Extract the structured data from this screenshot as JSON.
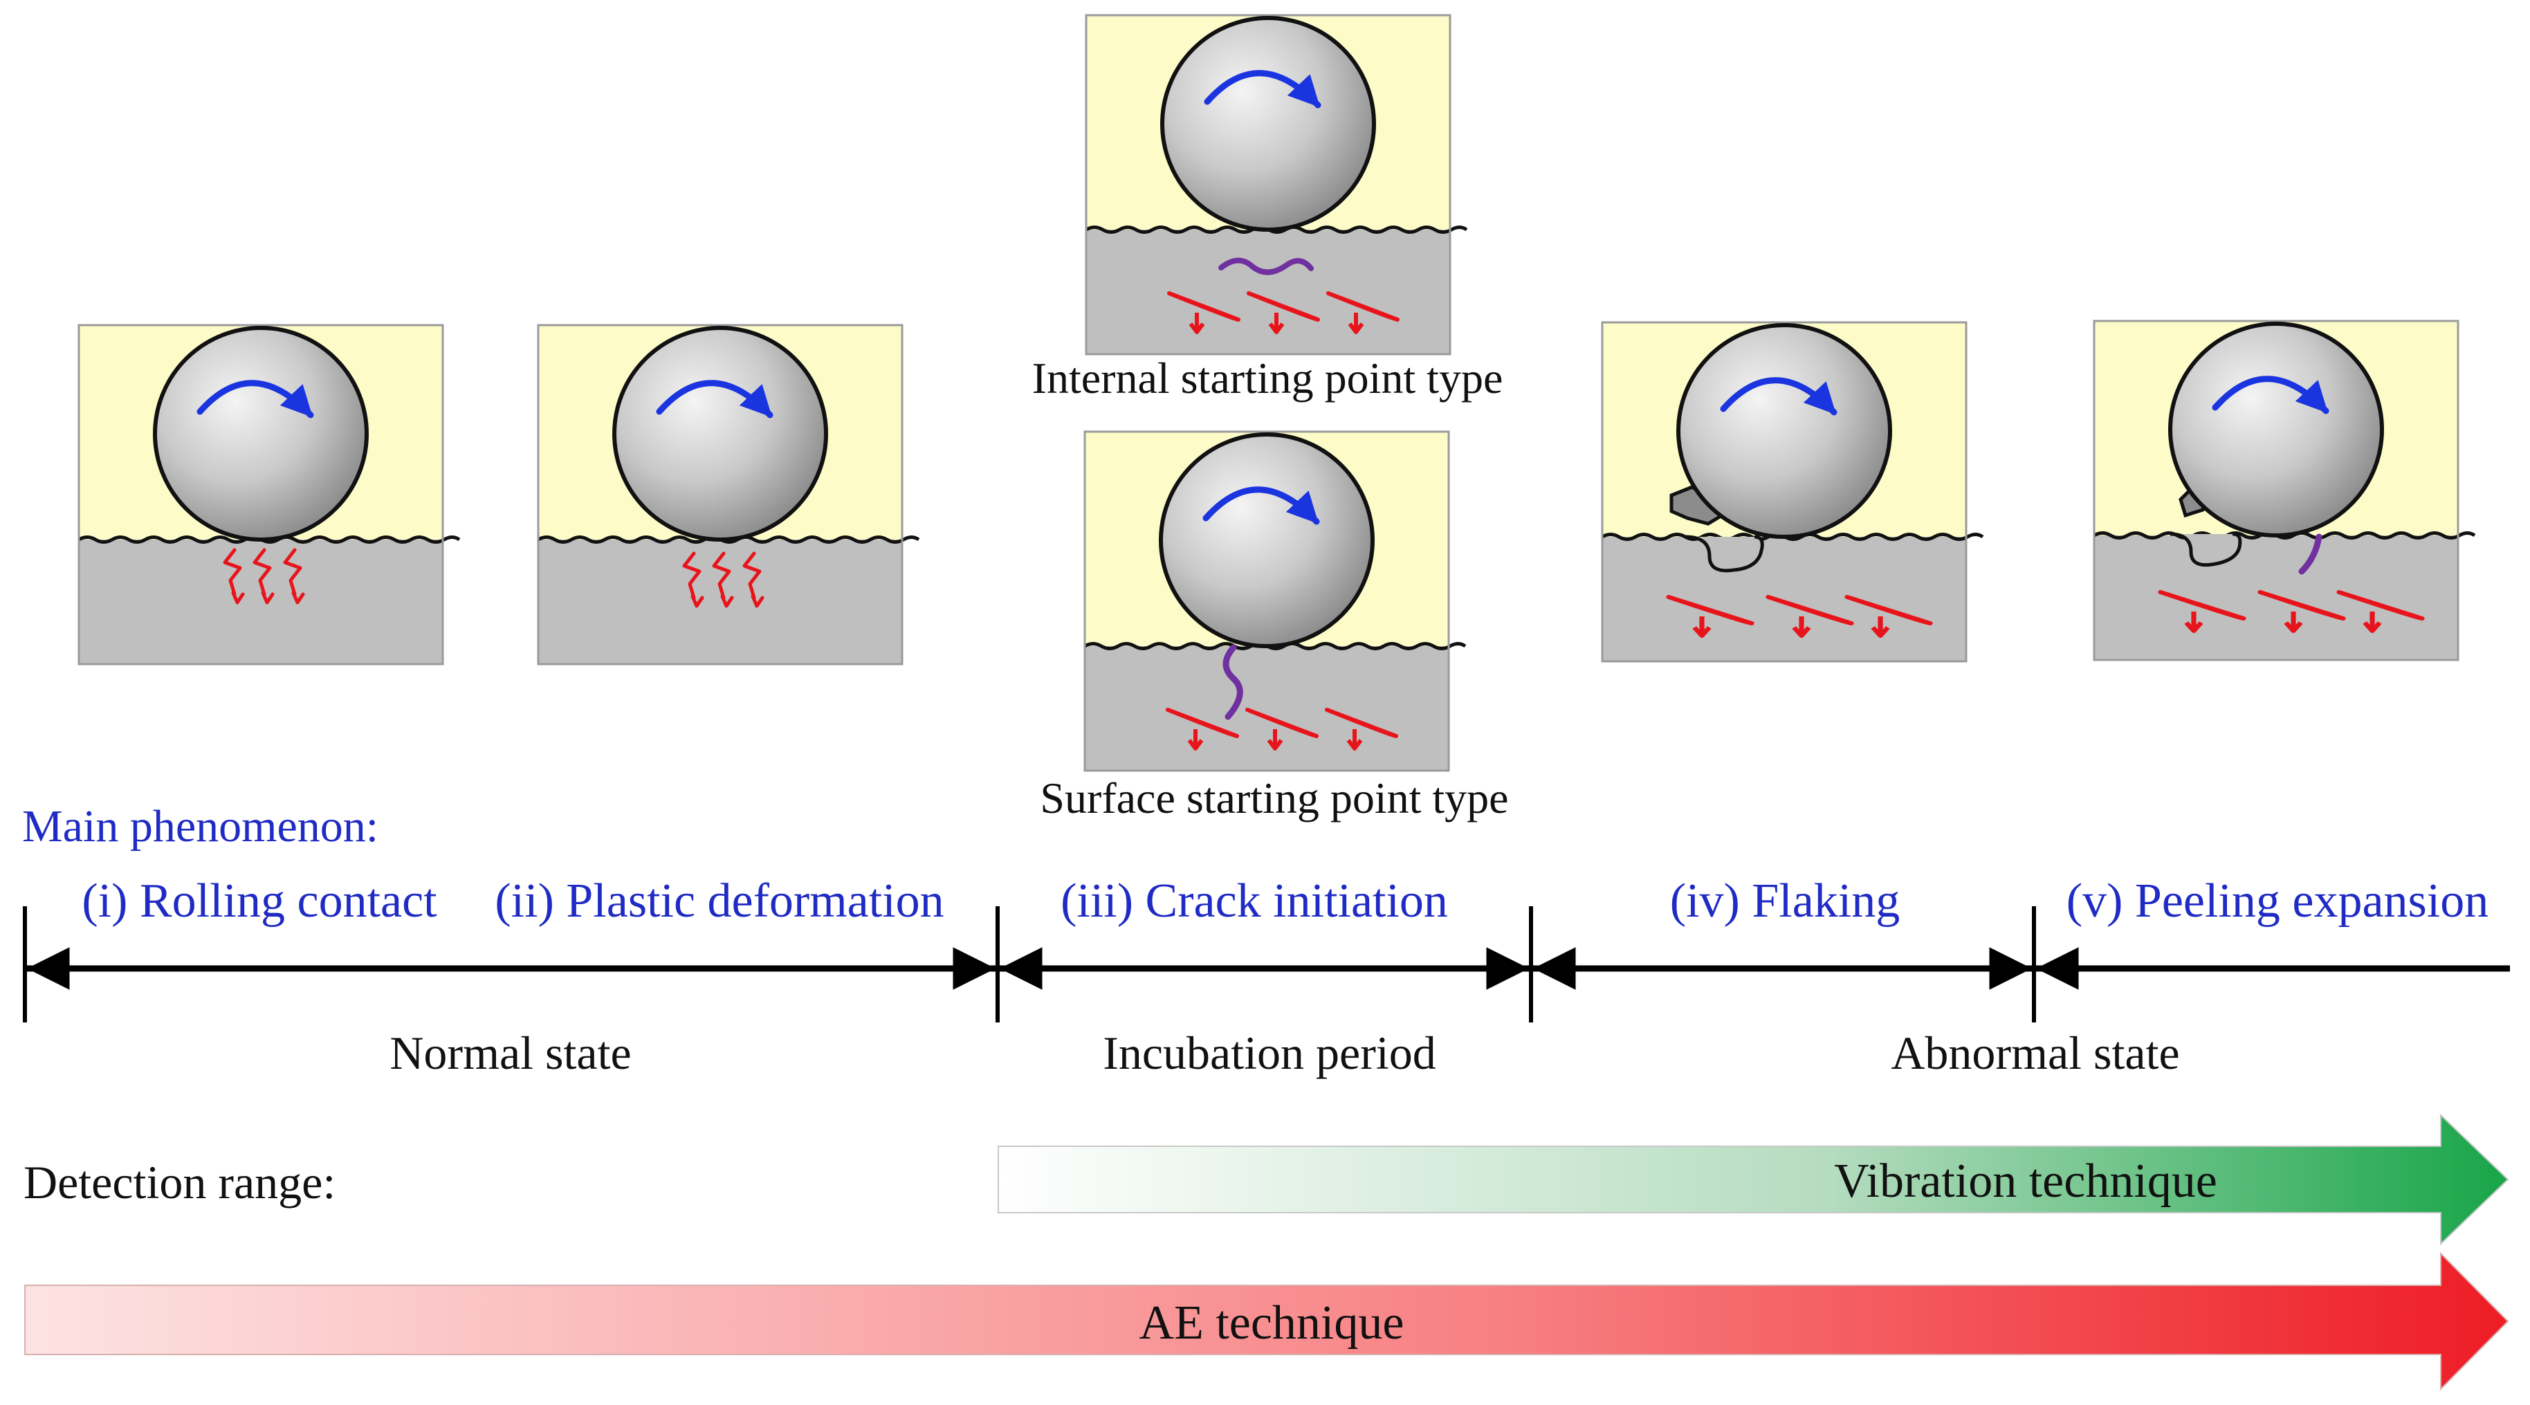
{
  "panels": {
    "internal_caption": "Internal starting point type",
    "surface_caption": "Surface starting point type"
  },
  "phenomenon": {
    "heading": "Main phenomenon:",
    "stages": [
      "(i) Rolling contact",
      "(ii) Plastic deformation",
      "(iii) Crack initiation",
      "(iv) Flaking",
      "(v) Peeling expansion"
    ]
  },
  "states": {
    "normal": "Normal state",
    "incubation": "Incubation period",
    "abnormal": "Abnormal state"
  },
  "detection": {
    "heading": "Detection range:",
    "vibration": "Vibration technique",
    "ae": "AE technique"
  },
  "colors": {
    "stage_label": "#1f2bc4",
    "material_top": "#fdfcc9",
    "material_bottom": "#bfbfbf",
    "rotation_arrow": "#1a35e0",
    "stress_marks": "#e8141c",
    "crack": "#7030a0",
    "vibration_arrow": "#1aa64a",
    "ae_arrow": "#ee1c25"
  },
  "icons": {
    "rotation": "curved-arrow-icon",
    "stress": "zigzag-arrow-icon"
  }
}
